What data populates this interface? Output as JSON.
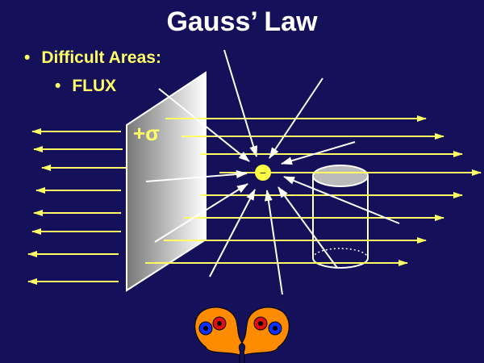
{
  "title": "Gauss’ Law",
  "bullets": [
    {
      "label": "Difficult Areas:",
      "level": 1
    },
    {
      "label": "FLUX",
      "level": 2
    }
  ],
  "diagram": {
    "plane_label": "+σ",
    "charge_label": "−",
    "colors": {
      "background": "#14105a",
      "field_line": "#ffff66",
      "radial_line": "#ffffff",
      "charge": "#ffff44"
    }
  }
}
